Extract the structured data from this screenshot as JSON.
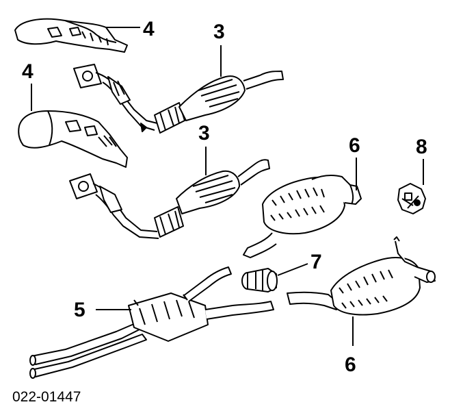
{
  "diagram": {
    "callouts": [
      {
        "id": "c4a",
        "text": "4"
      },
      {
        "id": "c3a",
        "text": "3"
      },
      {
        "id": "c4b",
        "text": "4"
      },
      {
        "id": "c3b",
        "text": "3"
      },
      {
        "id": "c6a",
        "text": "6"
      },
      {
        "id": "c8",
        "text": "8"
      },
      {
        "id": "c7",
        "text": "7"
      },
      {
        "id": "c5",
        "text": "5"
      },
      {
        "id": "c6b",
        "text": "6"
      }
    ],
    "part_code": "022-01447"
  },
  "colors": {
    "ink": "#000000",
    "paper": "#ffffff"
  }
}
